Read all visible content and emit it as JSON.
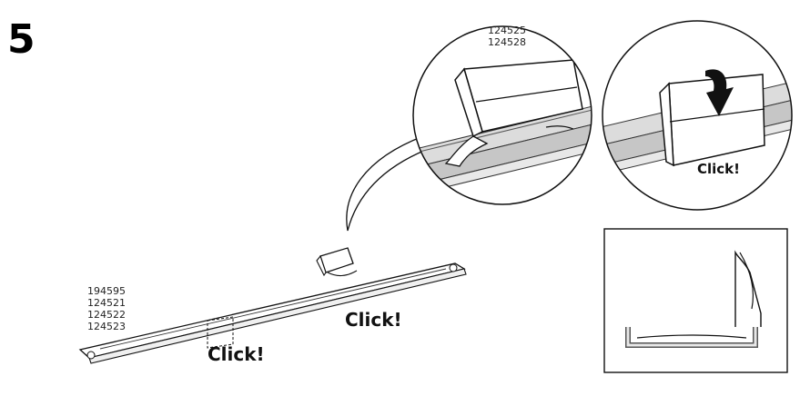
{
  "step": {
    "number": "5"
  },
  "clicks": {
    "detail_right": "Click!",
    "rail_right": "Click!",
    "rail_left": "Click!"
  },
  "parts": {
    "clip_codes": [
      "124525",
      "124528"
    ],
    "rail_codes": [
      "194595",
      "124521",
      "124522",
      "124523"
    ]
  }
}
